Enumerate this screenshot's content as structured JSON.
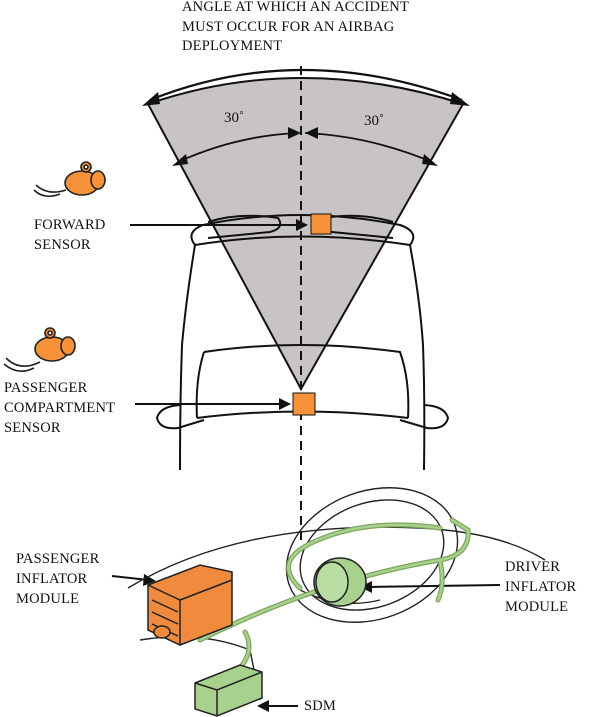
{
  "title": {
    "lines": [
      "ANGLE AT WHICH AN ACCIDENT",
      "MUST OCCUR FOR AN AIRBAG",
      "DEPLOYMENT"
    ]
  },
  "angles": {
    "left": "30˚",
    "right": "30˚"
  },
  "labels": {
    "forward_sensor": [
      "FORWARD",
      "SENSOR"
    ],
    "passenger_compartment_sensor": [
      "PASSENGER",
      "COMPARTMENT",
      "SENSOR"
    ],
    "passenger_inflator_module": [
      "PASSENGER",
      "INFLATOR",
      "MODULE"
    ],
    "driver_inflator_module": [
      "DRIVER",
      "INFLATOR",
      "MODULE"
    ],
    "sdm": "SDM"
  },
  "colors": {
    "sector_fill": "#c9c4c4",
    "sensor_orange": "#f7923a",
    "module_orange": "#f08a3c",
    "harness_green": "#a9d18e",
    "line": "#111111"
  }
}
